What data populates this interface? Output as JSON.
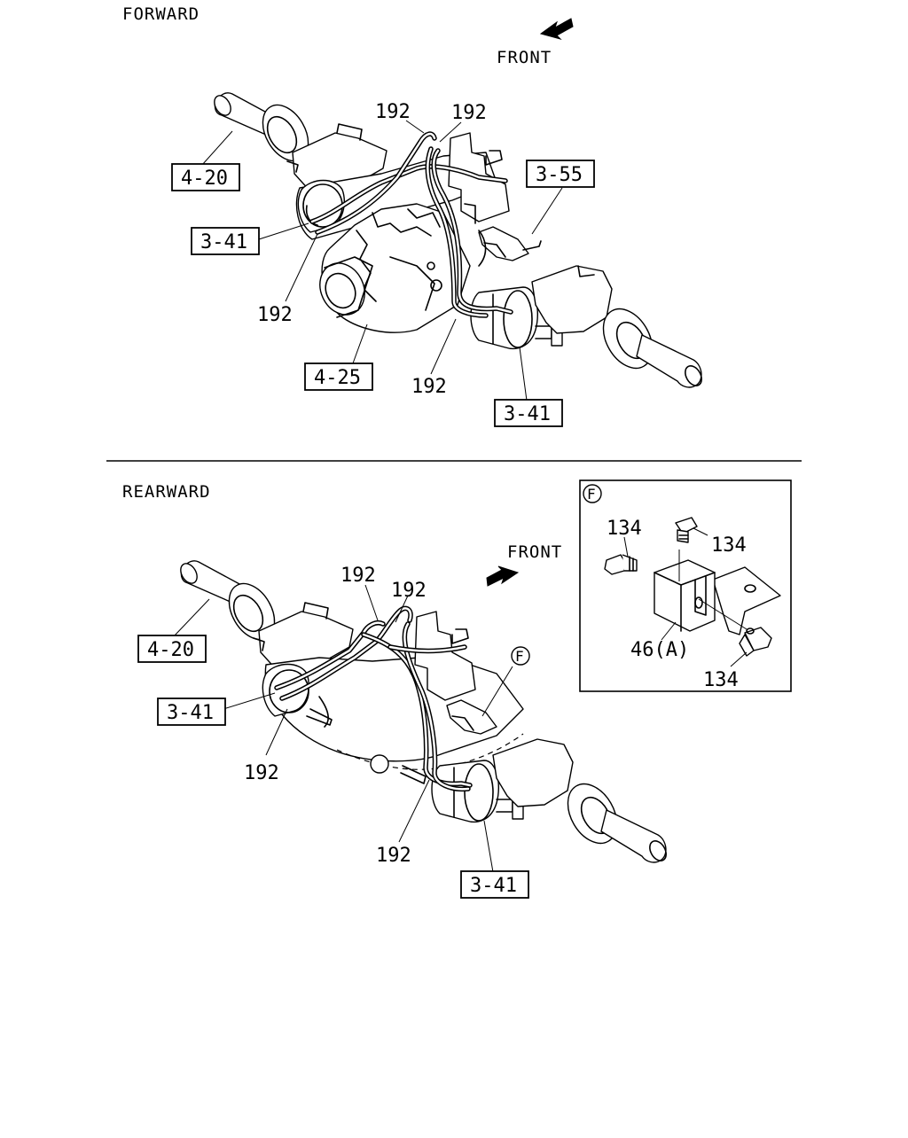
{
  "sections": {
    "forward": {
      "title": "FORWARD",
      "front_label": "FRONT",
      "callouts": {
        "hose_top_left": "192",
        "hose_top_right": "192",
        "hose_left": "192",
        "hose_bottom": "192"
      },
      "refs": {
        "axle_left": "4-20",
        "chamber_left": "3-41",
        "bracket": "3-55",
        "differential": "4-25",
        "chamber_right": "3-41"
      }
    },
    "rearward": {
      "title": "REARWARD",
      "front_label": "FRONT",
      "callouts": {
        "hose_top_left": "192",
        "hose_top_right": "192",
        "hose_left": "192",
        "hose_bottom": "192"
      },
      "refs": {
        "axle_left": "4-20",
        "chamber_left": "3-41",
        "chamber_right": "3-41"
      },
      "detail_marker": "F"
    }
  },
  "detail_view": {
    "marker": "F",
    "labels": {
      "fitting_top_left": "134",
      "fitting_top_right": "134",
      "block": "46(A)",
      "fitting_bottom": "134"
    }
  }
}
